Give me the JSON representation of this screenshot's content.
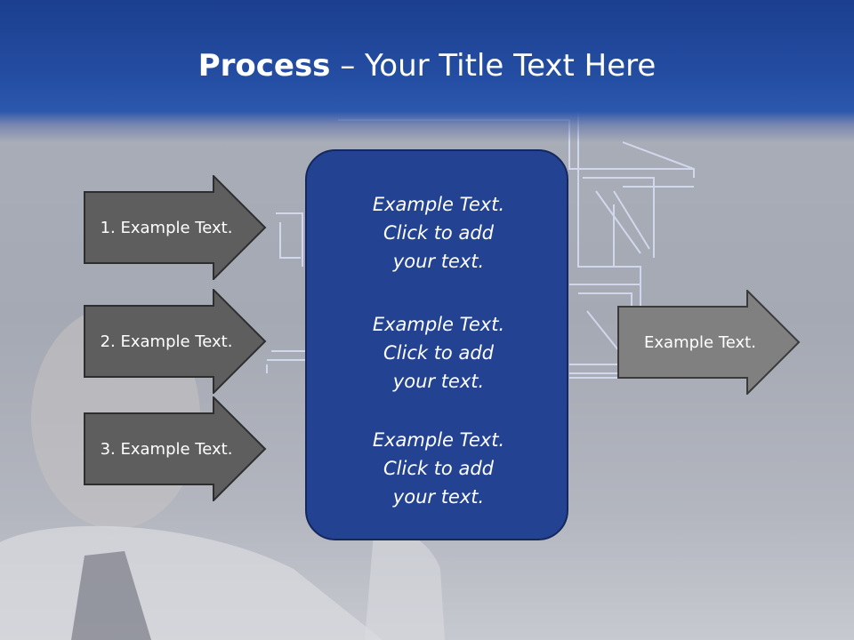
{
  "slide": {
    "title_bold": "Process",
    "title_rest": " – Your Title Text Here"
  },
  "left_arrows": [
    {
      "label": "1. Example Text."
    },
    {
      "label": "2. Example Text."
    },
    {
      "label": "3. Example Text."
    }
  ],
  "center_box": {
    "blocks": [
      {
        "line1": "Example Text.",
        "line2": "Click  to add",
        "line3": "your text."
      },
      {
        "line1": "Example Text.",
        "line2": "Click  to add",
        "line3": "your text."
      },
      {
        "line1": "Example Text.",
        "line2": "Click  to add",
        "line3": "your text."
      }
    ]
  },
  "right_arrow": {
    "label": "Example Text."
  },
  "colors": {
    "header_blue": "#244ea3",
    "center_box_fill": "#234392",
    "left_arrow_fill": "#5e5e5e",
    "right_arrow_fill": "#808080"
  }
}
